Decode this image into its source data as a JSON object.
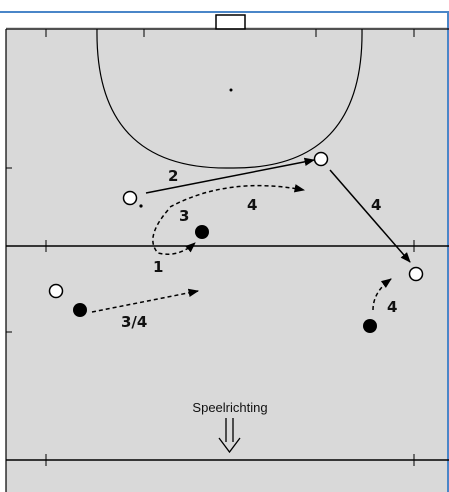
{
  "colors": {
    "field": "#d9d9d9",
    "frame": "#4a86c8",
    "line": "#000000",
    "player_open": "#ffffff",
    "player_filled": "#000000"
  },
  "labels": {
    "pass_2": "2",
    "run_3": "3",
    "run_4_top": "4",
    "run_1": "1",
    "pass_4_right": "4",
    "run_4_right": "4",
    "run_34": "3/4"
  },
  "caption": {
    "direction": "Speelrichting"
  },
  "legend": {
    "open_circle": "open-player-marker",
    "filled_circle": "filled-player-marker",
    "direction_arrow": "double-down-arrow-icon"
  }
}
